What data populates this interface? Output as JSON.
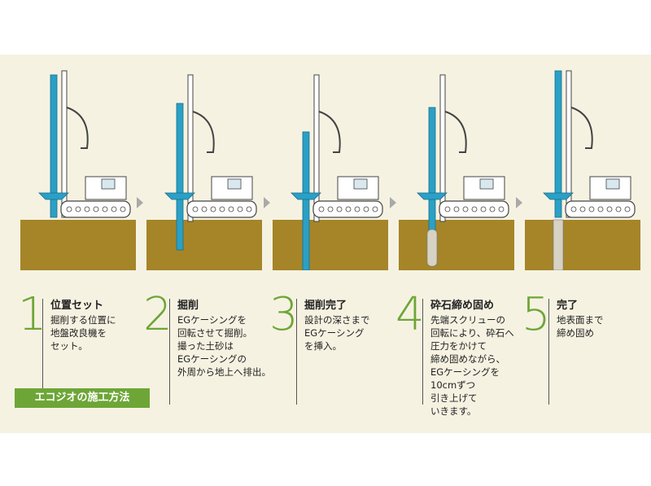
{
  "method_label": "エコジオの施工方法",
  "colors": {
    "background": "#f6f2e2",
    "ground": "#a58528",
    "accent_green": "#6da637",
    "casing_blue": "#2aa0c6",
    "machine_outline": "#444444"
  },
  "steps": [
    {
      "number": "1",
      "title": "位置セット",
      "description": "掘削する位置に\n地盤改良機を\nセット。"
    },
    {
      "number": "2",
      "title": "掘削",
      "description": "EGケーシングを\n回転させて掘削。\n撮った土砂は\nEGケーシングの\n外周から地上へ排出。"
    },
    {
      "number": "3",
      "title": "掘削完了",
      "description": "設計の深さまで\nEGケーシング\nを挿入。"
    },
    {
      "number": "4",
      "title": "砕石締め固め",
      "description": "先端スクリューの\n回転により、砕石へ\n圧力をかけて\n締め固めながら、\nEGケーシングを\n10cmずつ\n引き上げて\nいきます。"
    },
    {
      "number": "5",
      "title": "完了",
      "description": "地表面まで\n締め固め"
    }
  ]
}
